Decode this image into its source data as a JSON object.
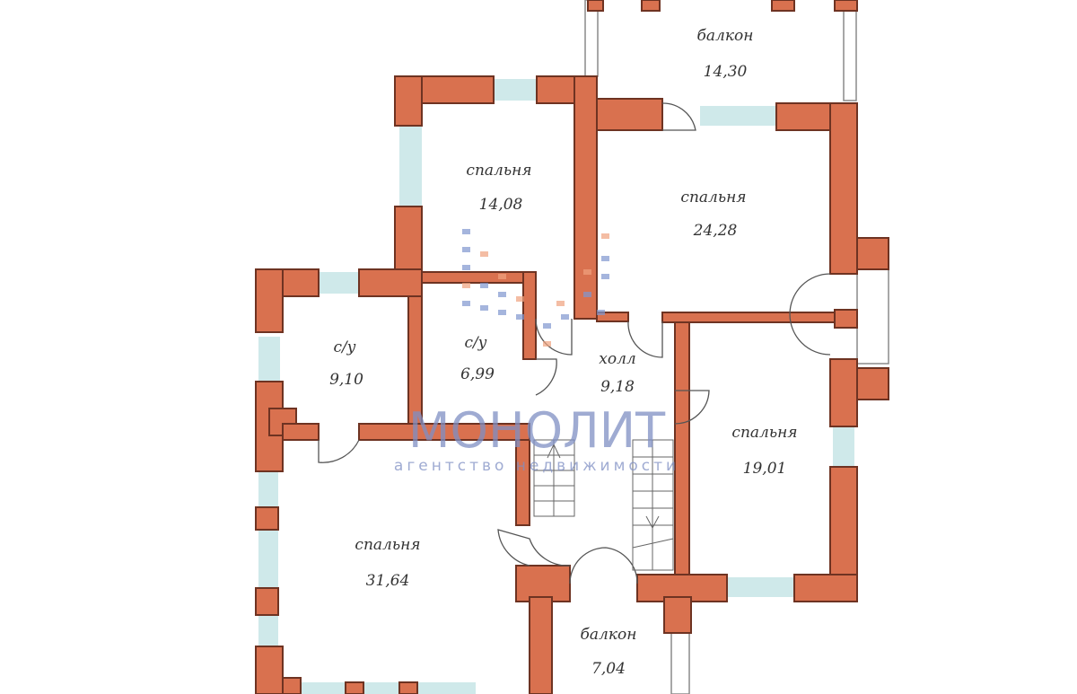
{
  "plan": {
    "rooms": [
      {
        "name": "балкон",
        "area": "14,30"
      },
      {
        "name": "спальня",
        "area": "14,08"
      },
      {
        "name": "спальня",
        "area": "24,28"
      },
      {
        "name": "с/у",
        "area": "9,10"
      },
      {
        "name": "с/у",
        "area": "6,99"
      },
      {
        "name": "холл",
        "area": "9,18"
      },
      {
        "name": "спальня",
        "area": "19,01"
      },
      {
        "name": "спальня",
        "area": "31,64"
      },
      {
        "name": "балкон",
        "area": "7,04"
      }
    ]
  },
  "watermark": {
    "brand": "МОНОЛИТ",
    "tagline": "агентство недвижимости"
  },
  "colors": {
    "wall": "#d9714f",
    "window": "#cfe9ea",
    "watermark": "#7f8fc4"
  }
}
